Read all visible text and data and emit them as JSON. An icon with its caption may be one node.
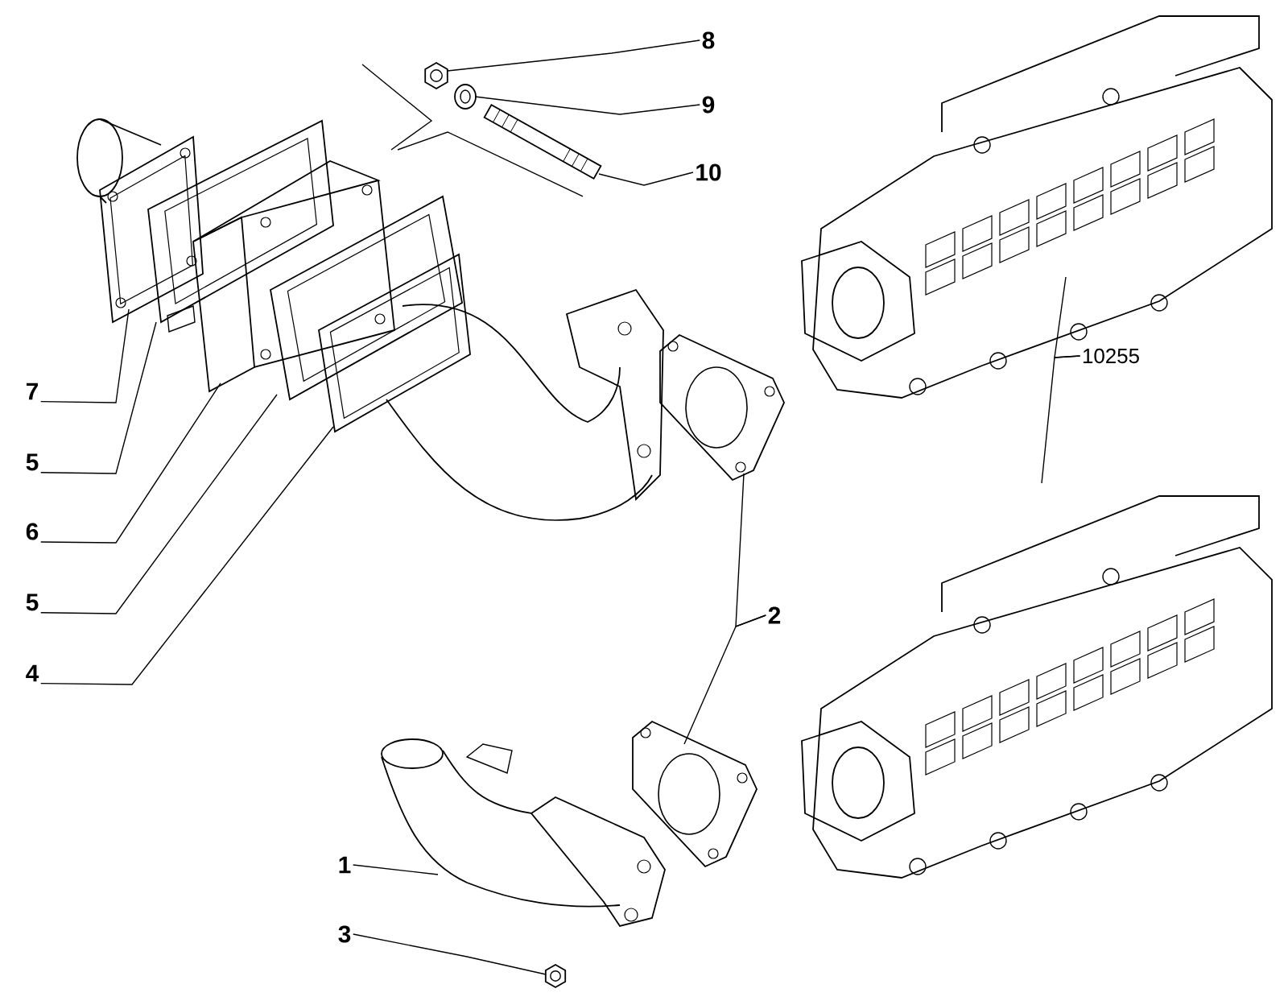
{
  "diagram": {
    "nodes": [
      {
        "text": [
          "8"
        ]
      },
      {
        "text": [
          "9"
        ]
      },
      {
        "text": [
          "10"
        ]
      },
      {
        "text": [
          "10255"
        ]
      },
      {
        "text": [
          "7"
        ]
      },
      {
        "text": [
          "5"
        ]
      },
      {
        "text": [
          "6"
        ]
      },
      {
        "text": [
          "5"
        ]
      },
      {
        "text": [
          "4"
        ]
      },
      {
        "text": [
          "2"
        ]
      },
      {
        "text": [
          "1"
        ]
      },
      {
        "text": [
          "3"
        ]
      },
      {
        "text": [],
        "shape": "picture"
      },
      {
        "text": [],
        "shape": "picture"
      },
      {
        "text": [],
        "shape": "picture"
      },
      {
        "text": [],
        "shape": "picture"
      },
      {
        "text": [],
        "shape": "picture"
      },
      {
        "text": [],
        "shape": "picture"
      },
      {
        "text": [],
        "shape": "picture"
      },
      {
        "text": [],
        "shape": "picture"
      },
      {
        "text": [],
        "shape": "picture"
      },
      {
        "text": [],
        "shape": "picture"
      },
      {
        "text": [],
        "shape": "picture"
      },
      {
        "text": [],
        "shape": "picture"
      },
      {
        "text": [],
        "shape": "picture"
      },
      {
        "text": [],
        "shape": "picture"
      }
    ],
    "edges": [
      {
        "from": 0,
        "to": 12,
        "arrow": "none"
      },
      {
        "from": 1,
        "to": 13,
        "arrow": "none"
      },
      {
        "from": 2,
        "to": 14,
        "arrow": "none"
      },
      {
        "from": 3,
        "to": 15,
        "arrow": "none"
      },
      {
        "from": 3,
        "to": 16,
        "arrow": "none"
      },
      {
        "from": 4,
        "to": 17,
        "arrow": "none"
      },
      {
        "from": 5,
        "to": 18,
        "arrow": "none"
      },
      {
        "from": 6,
        "to": 19,
        "arrow": "none"
      },
      {
        "from": 7,
        "to": 20,
        "arrow": "none"
      },
      {
        "from": 8,
        "to": 21,
        "arrow": "none"
      },
      {
        "from": 9,
        "to": 22,
        "arrow": "none"
      },
      {
        "from": 9,
        "to": 23,
        "arrow": "none"
      },
      {
        "from": 10,
        "to": 24,
        "arrow": "none"
      },
      {
        "from": 11,
        "to": 25,
        "arrow": "none"
      }
    ]
  }
}
